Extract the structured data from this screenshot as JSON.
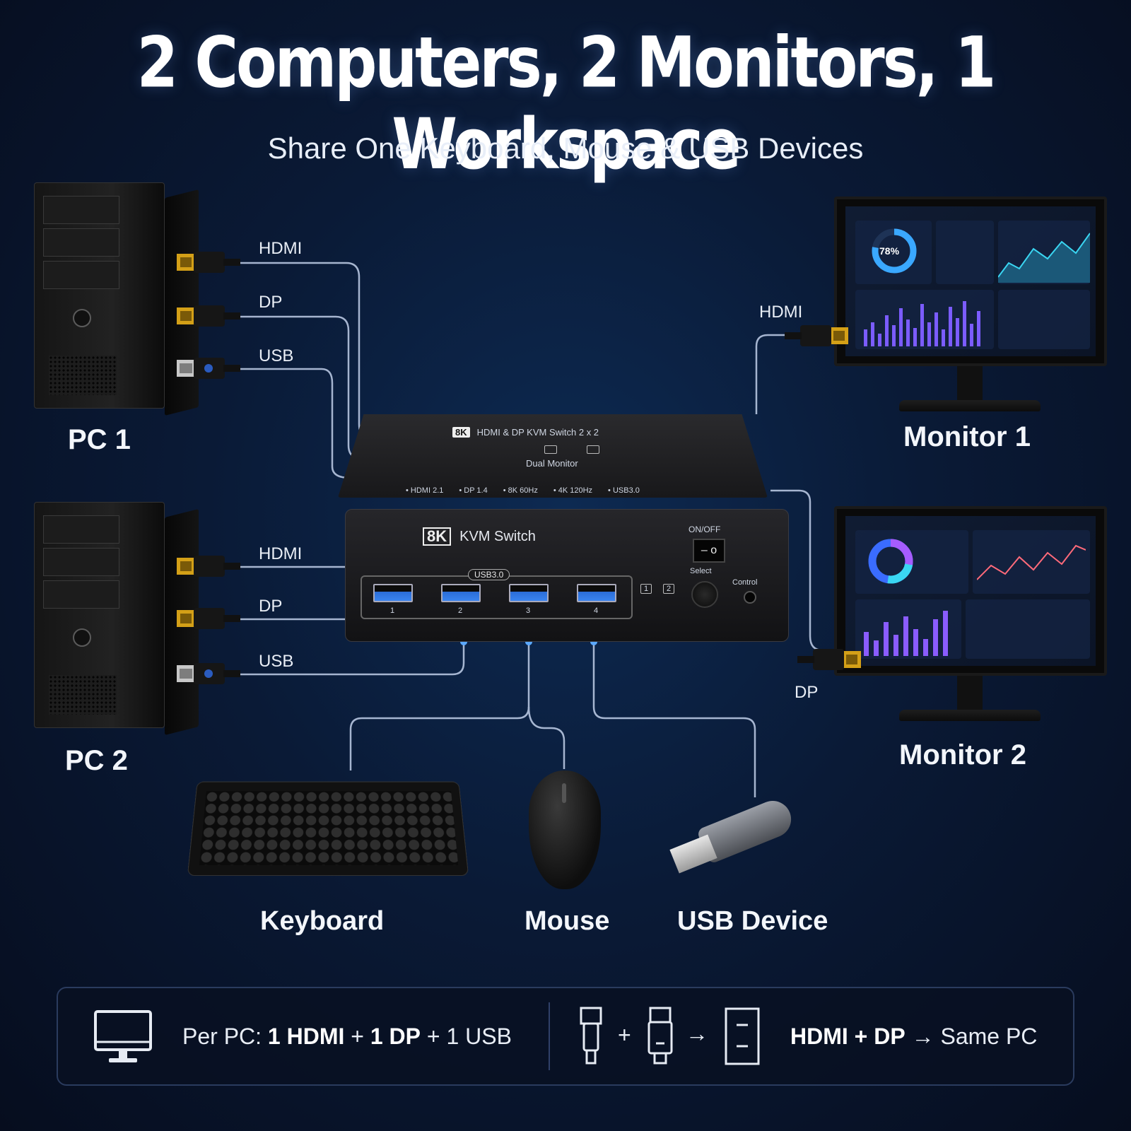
{
  "header": {
    "title": "2 Computers, 2 Monitors, 1 Workspace",
    "subtitle": "Share One Keyboard, Mouse & USB Devices"
  },
  "pc1": {
    "label": "PC 1",
    "ports": [
      "HDMI",
      "DP",
      "USB"
    ]
  },
  "pc2": {
    "label": "PC 2",
    "ports": [
      "HDMI",
      "DP",
      "USB"
    ]
  },
  "monitor1": {
    "label": "Monitor 1",
    "port": "HDMI",
    "gauge": "78%"
  },
  "monitor2": {
    "label": "Monitor 2",
    "port": "DP"
  },
  "kvm": {
    "top_badge": "8K",
    "top_title": "HDMI & DP KVM Switch 2 x 2",
    "dual_monitor": "Dual Monitor",
    "specs": [
      "• HDMI 2.1",
      "• DP 1.4",
      "• 8K 60Hz",
      "• 4K 120Hz",
      "• USB3.0"
    ],
    "front_badge": "8K",
    "front_title": "KVM Switch",
    "usb_label": "USB3.0",
    "usb_ports": [
      "1",
      "2",
      "3",
      "4"
    ],
    "onoff": "ON/OFF",
    "switch_glyph": "– o",
    "select": "Select",
    "control": "Control",
    "led_1": "1",
    "led_2": "2"
  },
  "peripherals": {
    "keyboard": "Keyboard",
    "mouse": "Mouse",
    "usb_device": "USB Device"
  },
  "footer": {
    "per_pc_prefix": "Per PC:",
    "per_pc_hdmi": "1 HDMI",
    "per_pc_plus1": "+",
    "per_pc_dp": "1 DP",
    "per_pc_plus2": "+ 1 USB",
    "plus": "+",
    "arrow": "→",
    "same_hdmi": "HDMI",
    "same_plus": "+",
    "same_dp": "DP",
    "same_rest": "→ Same PC"
  },
  "colors": {
    "cable": "#b9c8e6",
    "accent": "#4a90ff",
    "gold": "#d4a017"
  }
}
